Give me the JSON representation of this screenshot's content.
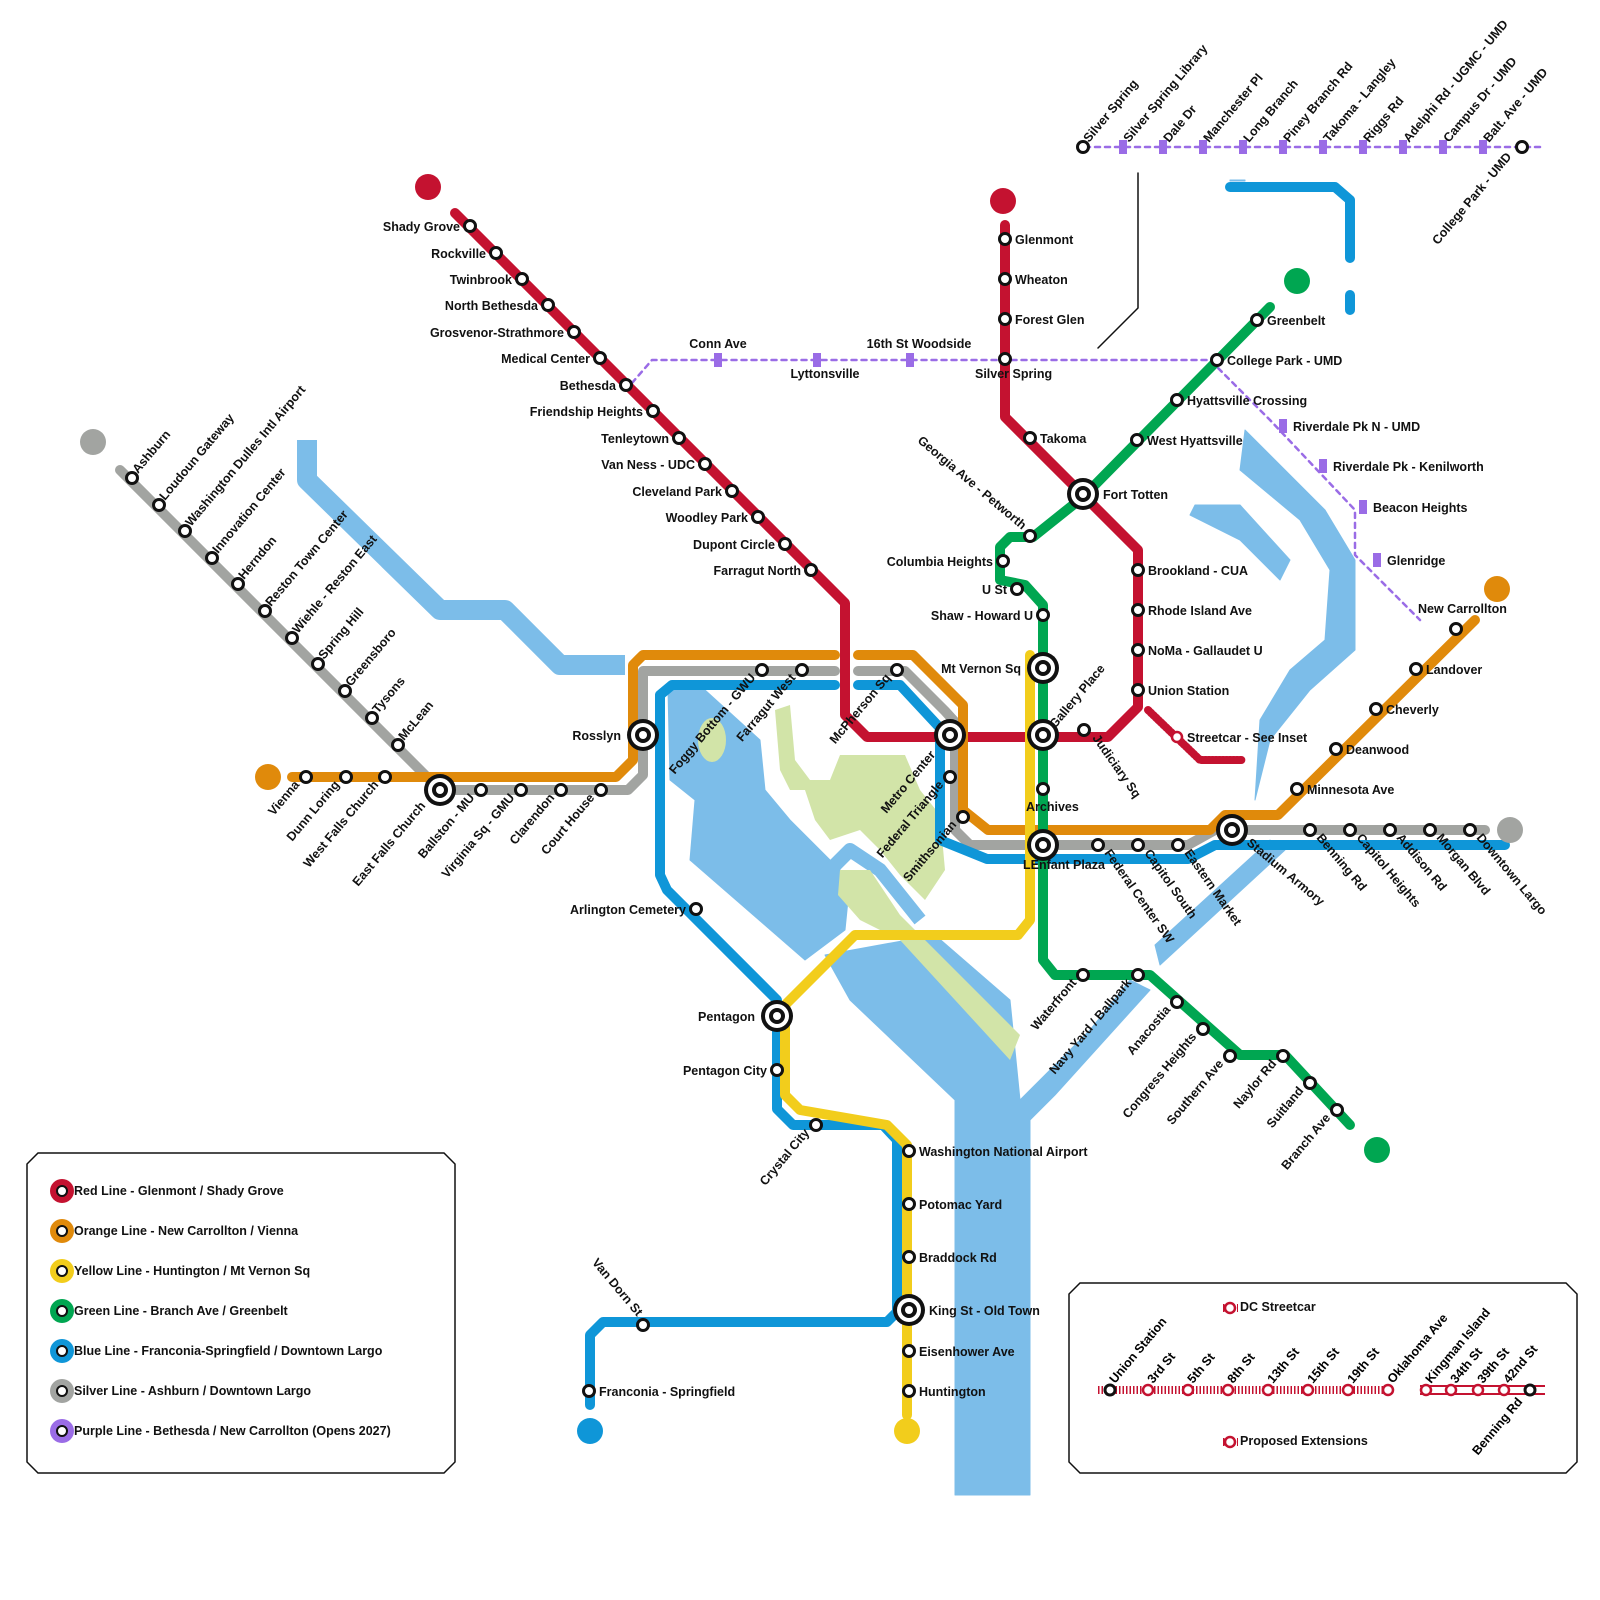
{
  "colors": {
    "red": "#c41230",
    "orange": "#e08a0b",
    "yellow": "#f2cd1c",
    "green": "#00a651",
    "blue": "#0f96d8",
    "silver": "#a2a4a1",
    "purple": "#9a6ce6",
    "water": "#7cbde9",
    "park": "#d2e4a8"
  },
  "stations": {
    "red": [
      "Shady Grove",
      "Rockville",
      "Twinbrook",
      "North Bethesda",
      "Grosvenor-Strathmore",
      "Medical Center",
      "Bethesda",
      "Friendship Heights",
      "Tenleytown",
      "Van Ness - UDC",
      "Cleveland Park",
      "Woodley Park",
      "Dupont Circle",
      "Farragut North",
      "Glenmont",
      "Wheaton",
      "Forest Glen",
      "Silver Spring",
      "Takoma",
      "Brookland - CUA",
      "Rhode Island Ave",
      "NoMa - Gallaudet U",
      "Union Station",
      "Judiciary Sq"
    ],
    "silver_orange_west": [
      "Ashburn",
      "Loudoun Gateway",
      "Washington Dulles Intl Airport",
      "Innovation Center",
      "Herndon",
      "Reston Town Center",
      "Wiehle - Reston East",
      "Spring Hill",
      "Greensboro",
      "Tysons",
      "McLean",
      "Vienna",
      "Dunn Loring",
      "West Falls Church",
      "East Falls Church",
      "Ballston - MU",
      "Virginia Sq - GMU",
      "Clarendon",
      "Court House",
      "Rosslyn"
    ],
    "core": [
      "Foggy Bottom - GWU",
      "Farragut West",
      "McPherson Sq",
      "Metro Center",
      "Federal Triangle",
      "Smithsonian",
      "LEnfant Plaza",
      "Federal Center SW",
      "Capitol South",
      "Eastern Market",
      "Stadium Armory"
    ],
    "east": [
      "Benning Rd",
      "Capitol Heights",
      "Addison Rd",
      "Morgan Blvd",
      "Downtown Largo",
      "Minnesota Ave",
      "Deanwood",
      "Cheverly",
      "Landover",
      "New Carrollton"
    ],
    "green": [
      "Greenbelt",
      "College Park - UMD",
      "Hyattsville Crossing",
      "West Hyattsville",
      "Fort Totten",
      "Georgia Ave - Petworth",
      "Columbia Heights",
      "U St",
      "Shaw - Howard U",
      "Mt Vernon Sq",
      "Gallery Place",
      "Archives",
      "Waterfront",
      "Navy Yard / Ballpark",
      "Anacostia",
      "Congress Heights",
      "Southern Ave",
      "Naylor Rd",
      "Suitland",
      "Branch Ave"
    ],
    "south": [
      "Arlington Cemetery",
      "Pentagon",
      "Pentagon City",
      "Crystal City",
      "Washington National Airport",
      "Potomac Yard",
      "Braddock Rd",
      "King St - Old Town",
      "Eisenhower Ave",
      "Huntington",
      "Van Dorn St",
      "Franconia - Springfield"
    ],
    "purple": [
      "Silver Spring",
      "Silver Spring Library",
      "Dale Dr",
      "Manchester Pl",
      "Long Branch",
      "Piney Branch Rd",
      "Takoma - Langley",
      "Riggs Rd",
      "Adelphi Rd - UGMC - UMD",
      "Campus Dr - UMD",
      "Balt. Ave - UMD",
      "College Park - UMD",
      "Conn Ave",
      "Lyttonsville",
      "16th St Woodside",
      "Riverdale Pk N - UMD",
      "Riverdale Pk - Kenilworth",
      "Beacon Heights",
      "Glenridge"
    ],
    "streetcar_note": "Streetcar - See Inset"
  },
  "legend": [
    {
      "label": "Red Line - Glenmont / Shady Grove",
      "color": "#c41230"
    },
    {
      "label": "Orange Line - New Carrollton / Vienna",
      "color": "#e08a0b"
    },
    {
      "label": "Yellow Line - Huntington / Mt Vernon Sq",
      "color": "#f2cd1c"
    },
    {
      "label": "Green Line - Branch Ave / Greenbelt",
      "color": "#00a651"
    },
    {
      "label": "Blue Line - Franconia-Springfield / Downtown Largo",
      "color": "#0f96d8"
    },
    {
      "label": "Silver Line - Ashburn / Downtown Largo",
      "color": "#a2a4a1"
    },
    {
      "label": "Purple Line - Bethesda / New Carrollton (Opens 2027)",
      "color": "#9a6ce6"
    }
  ],
  "streetcar_inset": {
    "title": "DC Streetcar",
    "stops": [
      "Union Station",
      "3rd St",
      "5th St",
      "8th St",
      "13th St",
      "15th St",
      "19th St",
      "Oklahoma Ave",
      "Kingman Island",
      "34th St",
      "39th St",
      "42nd St",
      "Benning Rd"
    ],
    "proposed_label": "Proposed Extensions"
  }
}
